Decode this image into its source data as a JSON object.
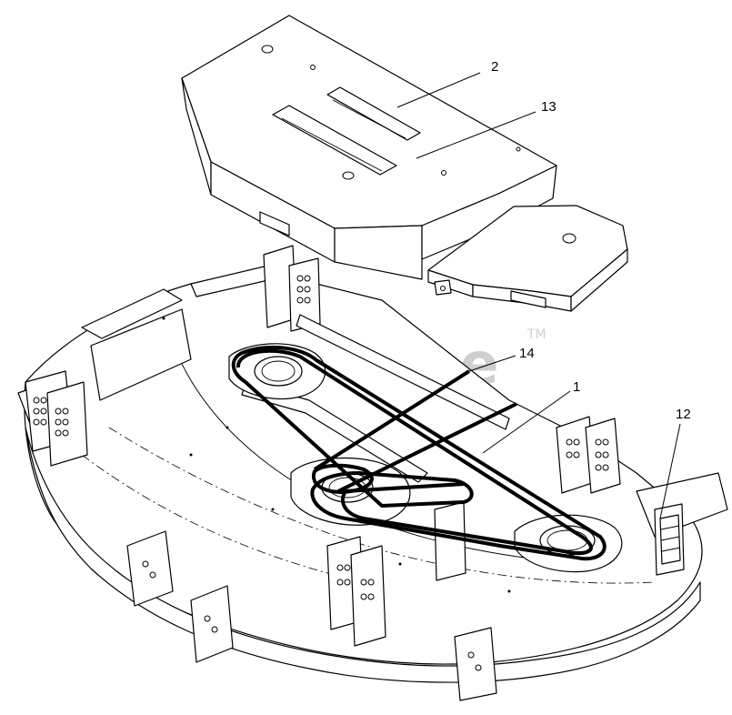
{
  "watermark": {
    "text": "PartsTree",
    "tm": "TM"
  },
  "callouts": [
    {
      "id": "2",
      "label": "2"
    },
    {
      "id": "13",
      "label": "13"
    },
    {
      "id": "14",
      "label": "14"
    },
    {
      "id": "1",
      "label": "1"
    },
    {
      "id": "12",
      "label": "12"
    }
  ]
}
